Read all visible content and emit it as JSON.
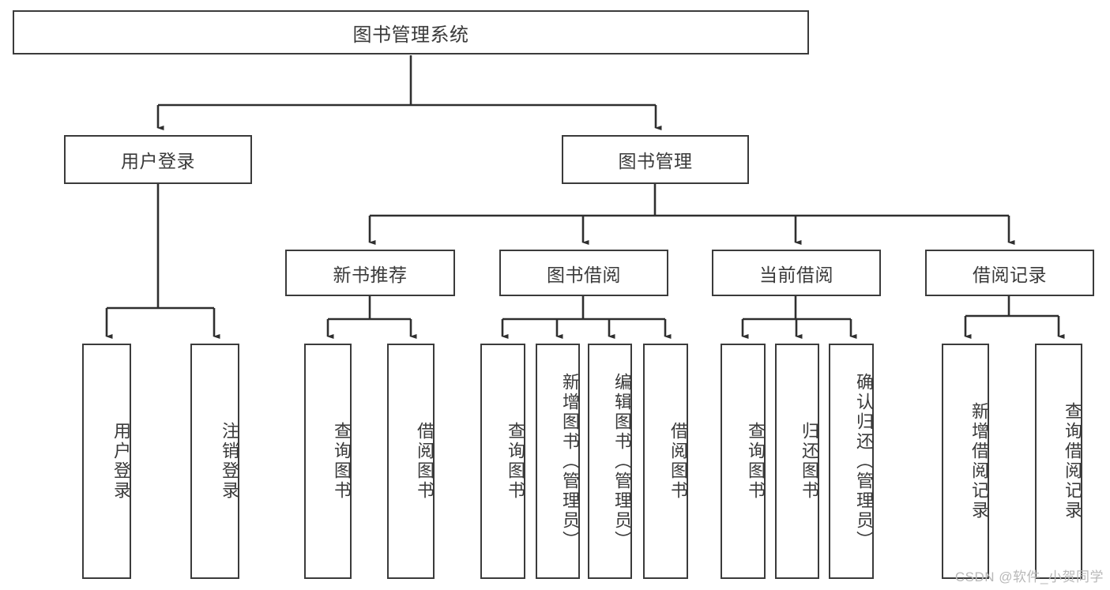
{
  "diagram": {
    "type": "tree",
    "title": "图书管理系统",
    "style": {
      "background": "#ffffff",
      "stroke": "#3b3b3b",
      "text_color": "#3a3a3a",
      "fill": "#ffffff"
    },
    "nodes": {
      "root": {
        "label": "图书管理系统"
      },
      "level1": [
        {
          "label": "用户登录"
        },
        {
          "label": "图书管理"
        }
      ],
      "level2": [
        {
          "label": "新书推荐"
        },
        {
          "label": "图书借阅"
        },
        {
          "label": "当前借阅"
        },
        {
          "label": "借阅记录"
        }
      ],
      "leaves": {
        "user_login": [
          {
            "label": "用户登录"
          },
          {
            "label": "注销登录"
          }
        ],
        "new_book_recommend": [
          {
            "label": "查询图书"
          },
          {
            "label": "借阅图书"
          }
        ],
        "book_borrow": [
          {
            "label": "查询图书"
          },
          {
            "label": "新增图书（管理员）"
          },
          {
            "label": "编辑图书（管理员）"
          },
          {
            "label": "借阅图书"
          }
        ],
        "current_borrow": [
          {
            "label": "查询图书"
          },
          {
            "label": "归还图书"
          },
          {
            "label": "确认归还（管理员）"
          }
        ],
        "borrow_record": [
          {
            "label": "新增借阅记录"
          },
          {
            "label": "查询借阅记录"
          }
        ]
      }
    }
  },
  "watermark": {
    "text": "CSDN @软件_小贺同学"
  }
}
